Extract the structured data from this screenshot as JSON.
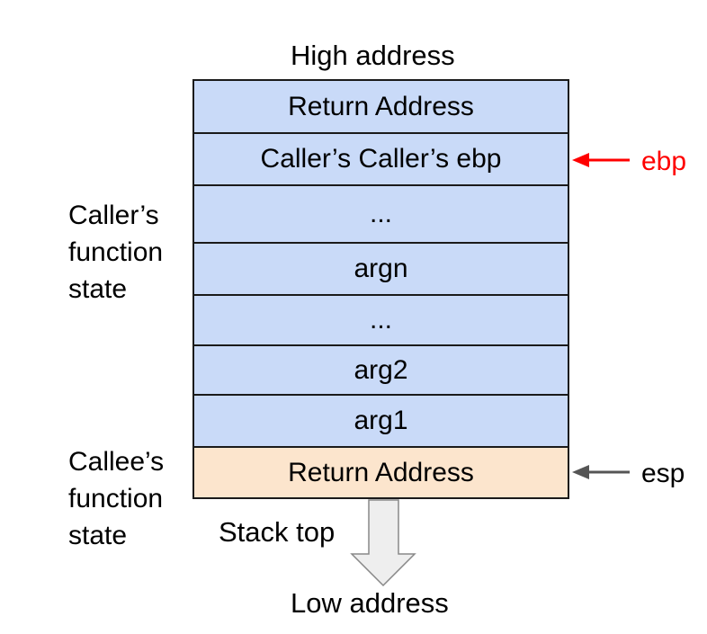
{
  "labels": {
    "high_address": "High address",
    "low_address": "Low address",
    "stack_top": "Stack top",
    "caller_state": "Caller’s\nfunction\nstate",
    "callee_state": "Callee’s\nfunction\nstate"
  },
  "stack": {
    "cells": [
      {
        "text": "Return Address",
        "frame": "caller"
      },
      {
        "text": "Caller’s Caller’s ebp",
        "frame": "caller"
      },
      {
        "text": "...",
        "frame": "caller"
      },
      {
        "text": "argn",
        "frame": "caller"
      },
      {
        "text": "...",
        "frame": "caller"
      },
      {
        "text": "arg2",
        "frame": "caller"
      },
      {
        "text": "arg1",
        "frame": "caller"
      },
      {
        "text": "Return Address",
        "frame": "callee"
      }
    ]
  },
  "pointers": {
    "ebp": {
      "label": "ebp",
      "color": "#ff0000",
      "target_cell": 1
    },
    "esp": {
      "label": "esp",
      "color": "#555555",
      "target_cell": 7
    }
  },
  "colors": {
    "caller_frame": "#c9daf8",
    "callee_frame": "#fce5cd",
    "border": "#1a1a1a",
    "growth_arrow_fill": "#eeeeee",
    "growth_arrow_stroke": "#888888"
  }
}
